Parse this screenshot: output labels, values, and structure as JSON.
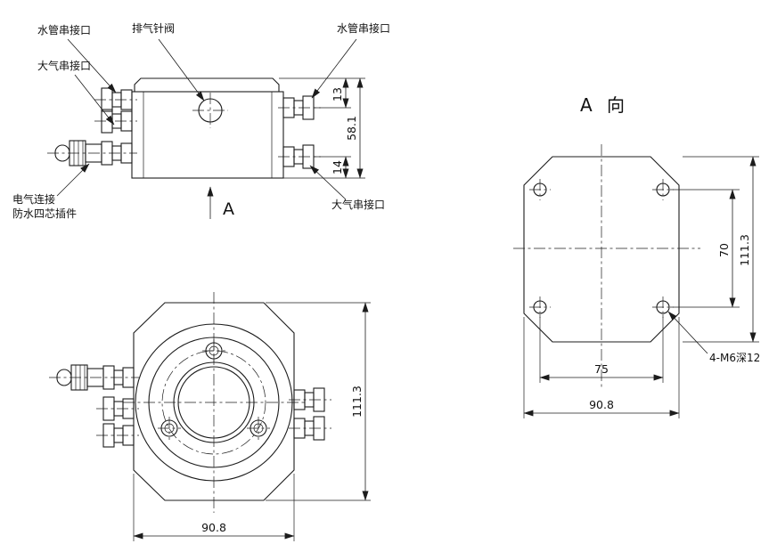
{
  "drawing": {
    "labels": {
      "water_port_top_left": "水管串接口",
      "exhaust_valve": "排气针阀",
      "water_port_top_right": "水管串接口",
      "air_port_left": "大气串接口",
      "air_port_right": "大气串接口",
      "electrical_line1": "电气连接",
      "electrical_line2": "防水四芯插件",
      "section_arrow": "A",
      "view_a_title": "A 向",
      "thread_callout": "4-M6深12"
    },
    "dimensions": {
      "side_view": {
        "top_offset": "13",
        "overall_height": "58.1",
        "bottom_offset": "14"
      },
      "front_view": {
        "overall_height": "111.3",
        "overall_width": "90.8"
      },
      "view_a": {
        "hole_pitch_vertical": "70",
        "overall_height": "111.3",
        "hole_pitch_horizontal": "75",
        "overall_width": "90.8"
      }
    },
    "colors": {
      "line": "#1c1c1c",
      "background": "#ffffff"
    }
  }
}
